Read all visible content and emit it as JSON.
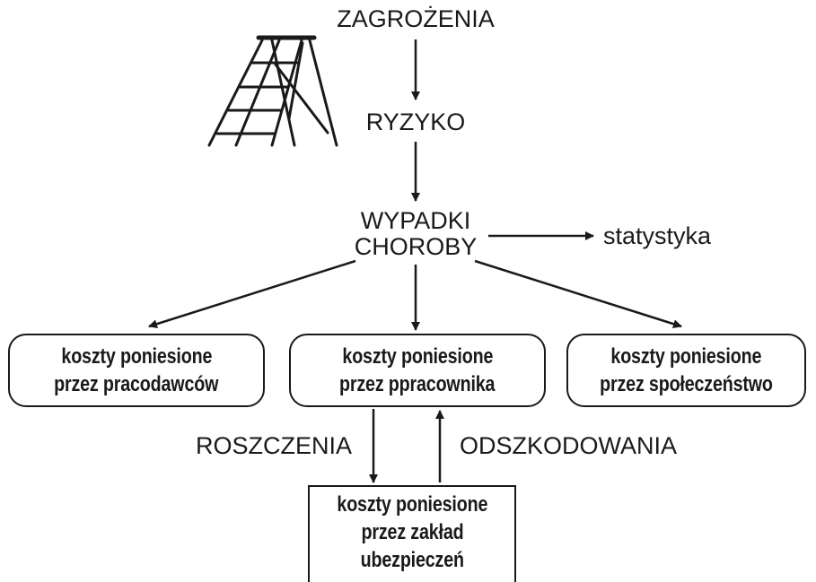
{
  "nodes": {
    "hazards": "ZAGROŻENIA",
    "risk": "RYZYKO",
    "accidents": "WYPADKI",
    "diseases": "CHOROBY",
    "statistics": "statystyka",
    "claims": "ROSZCZENIA",
    "compensation": "ODSZKODOWANIA"
  },
  "boxes": {
    "employers": {
      "line1": "koszty poniesione",
      "line2": "przez pracodawców"
    },
    "employee": {
      "line1": "koszty poniesione",
      "line2": "przez ppracownika"
    },
    "society": {
      "line1": "koszty poniesione",
      "line2": "przez społeczeństwo"
    },
    "insurer": {
      "line1": "koszty poniesione",
      "line2": "przez zakład",
      "line3": "ubezpieczeń"
    }
  },
  "colors": {
    "ink": "#1a1a1a",
    "background": "#ffffff"
  },
  "icons": {
    "ladder": "ladder-icon"
  }
}
